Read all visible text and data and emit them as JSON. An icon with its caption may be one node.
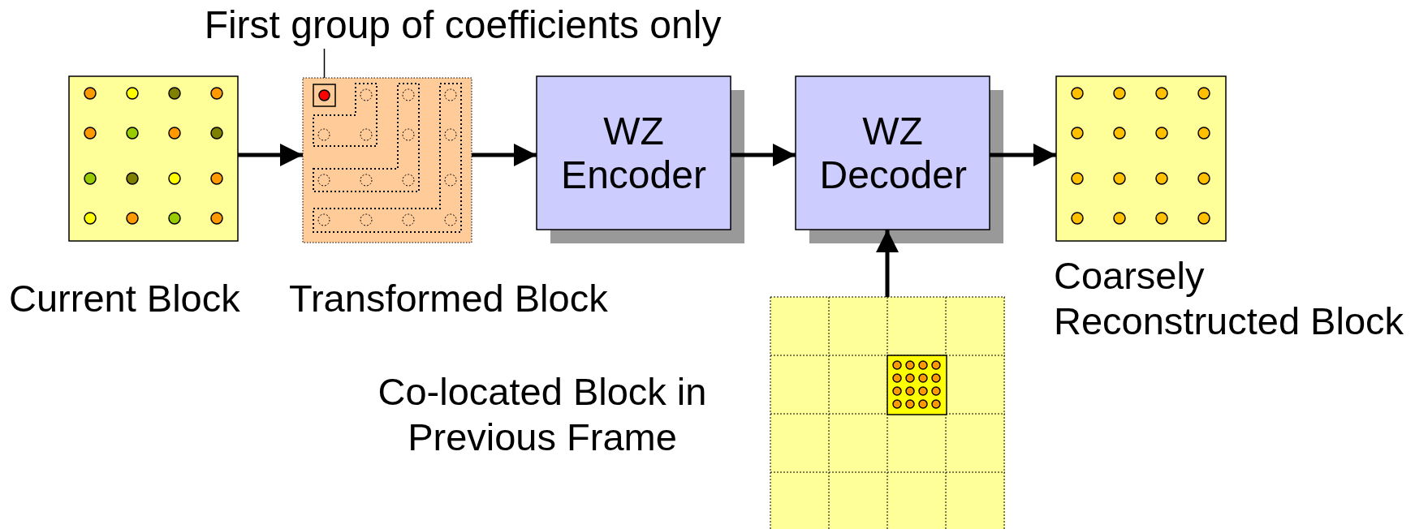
{
  "diagram": {
    "nodes": [
      {
        "text": [],
        "shape": "box",
        "beside": [
          "Current Block"
        ]
      },
      {
        "text": [],
        "shape": "box",
        "beside": [
          "Transformed Block"
        ]
      },
      {
        "text": [],
        "shape": "box",
        "in": 1
      },
      {
        "text": [
          "First group of coefficients only"
        ]
      },
      {
        "text": [
          "WZ Encoder"
        ]
      },
      {
        "text": [
          "WZ Decoder"
        ]
      },
      {
        "text": [],
        "shape": "box",
        "beside": [
          "Coarsely Reconstructed Block"
        ]
      },
      {
        "text": [],
        "shape": "box"
      },
      {
        "text": [],
        "shape": "box",
        "in": 7
      }
    ],
    "edges": [
      {
        "from": 0,
        "to": 1,
        "arrow": "to"
      },
      {
        "from": 1,
        "to": 4,
        "arrow": "to"
      },
      {
        "from": 4,
        "to": 5,
        "arrow": "to"
      },
      {
        "from": 5,
        "to": 6,
        "arrow": "to"
      },
      {
        "from": 7,
        "to": 5,
        "arrow": "to"
      },
      {
        "from": 3,
        "to": 2,
        "arrow": "none"
      }
    ],
    "labels": [
      "Co-located Block in Previous Frame"
    ]
  }
}
